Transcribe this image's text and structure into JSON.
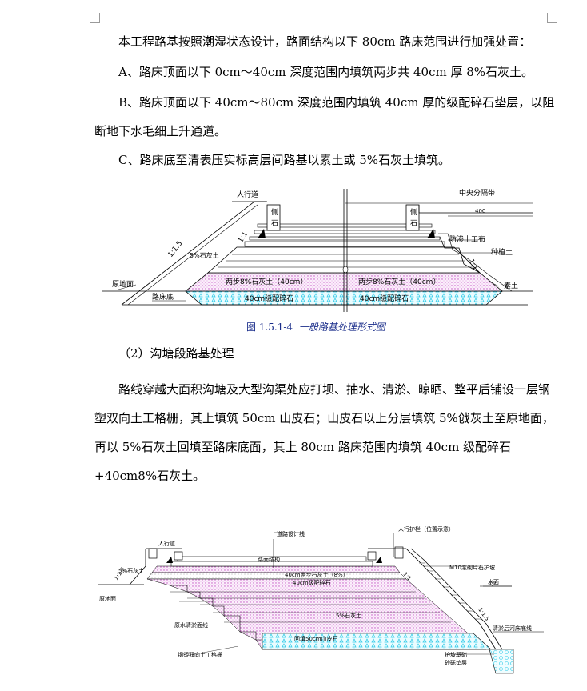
{
  "paragraphs": {
    "p1": "本工程路基按照潮湿状态设计，路面结构以下 80cm 路床范围进行加强处置：",
    "p2": "A、路床顶面以下 0cm～40cm 深度范围内填筑两步共 40cm 厚 8%石灰土。",
    "p3": "B、路床顶面以下 40cm～80cm 深度范围内填筑 40cm 厚的级配碎石垫层，以阻断地下水毛细上升通道。",
    "p4": "C、路床底至清表压实标高层间路基以素土或 5%石灰土填筑。",
    "section_heading": "（2）沟塘段路基处理",
    "p5": "路线穿越大面积沟塘及大型沟渠处应打坝、抽水、清淤、晾晒、整平后铺设一层钢塑双向土工格栅，其上填筑 50cm 山皮石；山皮石以上分层填筑 5%戗灰土至原地面，再以 5%石灰土回填至路床底面，其上 80cm 路床范围内填筑 40cm 级配碎石+40cm8%石灰土。"
  },
  "figure1": {
    "caption_number": "图 1.5.1-4",
    "caption_text": "一般路基处理形式图",
    "labels": {
      "sidewalk": "人行道",
      "curb_left": "侧石",
      "curb_right": "侧石",
      "median": "中央分隔带",
      "median_width": "400",
      "slope_left": "1:1.5",
      "slope_left2": "1:1",
      "slope_right": "1:1",
      "lime5": "5%石灰土",
      "geotextile": "防渗土工布",
      "topsoil": "种植土",
      "original_ground": "原地面",
      "lime8_left": "两步8%石灰土（40cm）",
      "lime8_right": "两步8%石灰土（40cm）",
      "plain_soil": "素土",
      "subgrade_bottom": "路床底",
      "gravel_left": "40cm级配碎石",
      "gravel_right": "40cm级配碎石"
    }
  },
  "figure2": {
    "labels": {
      "design_line": "道路设计线",
      "sidewalk_rail": "人行护栏（位置示意）",
      "sidewalk": "人行道",
      "pavement": "路面结构",
      "slope_left": "1:1.5",
      "lime5_top": "5%石灰土",
      "lime8": "40cm两步石灰土（8%）",
      "gravel": "40cm级配碎石",
      "slope_right_top": "1:1",
      "revetment": "M10浆砌片石护坡",
      "water_level": "水面",
      "original_ground": "原地面",
      "lime5_mid": "5%石灰土",
      "after_clearing": "原水清淤面线",
      "slope_right": "1:1.5",
      "cleared_bottom": "清淤后河床底线",
      "stone": "回填50cm山皮石",
      "geogrid": "钢塑双向土工格栅",
      "foundation": "护坡基础",
      "cushion": "砂砾垫层"
    }
  }
}
